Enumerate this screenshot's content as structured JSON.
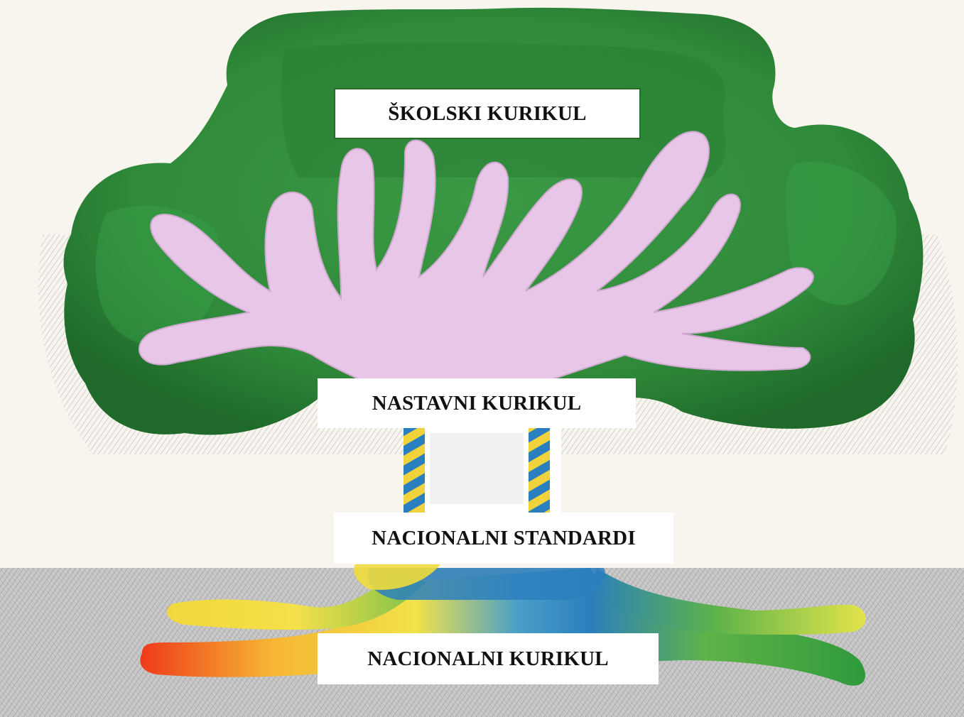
{
  "diagram": {
    "labels": {
      "skolski": "ŠKOLSKI KURIKUL",
      "nastavni": "NASTAVNI KURIKUL",
      "standardi": "NACIONALNI STANDARDI",
      "nacionalni": "NACIONALNI KURIKUL"
    },
    "colors": {
      "canopy": "#2f8a3a",
      "canopy_dark": "#1f6a2a",
      "branches": "#e8c6e8",
      "paper": "#f7f5ee",
      "ground": "#bdbdbd",
      "trunk_stripe_yellow": "#f0d23a",
      "trunk_stripe_blue": "#2a7fc0"
    }
  }
}
